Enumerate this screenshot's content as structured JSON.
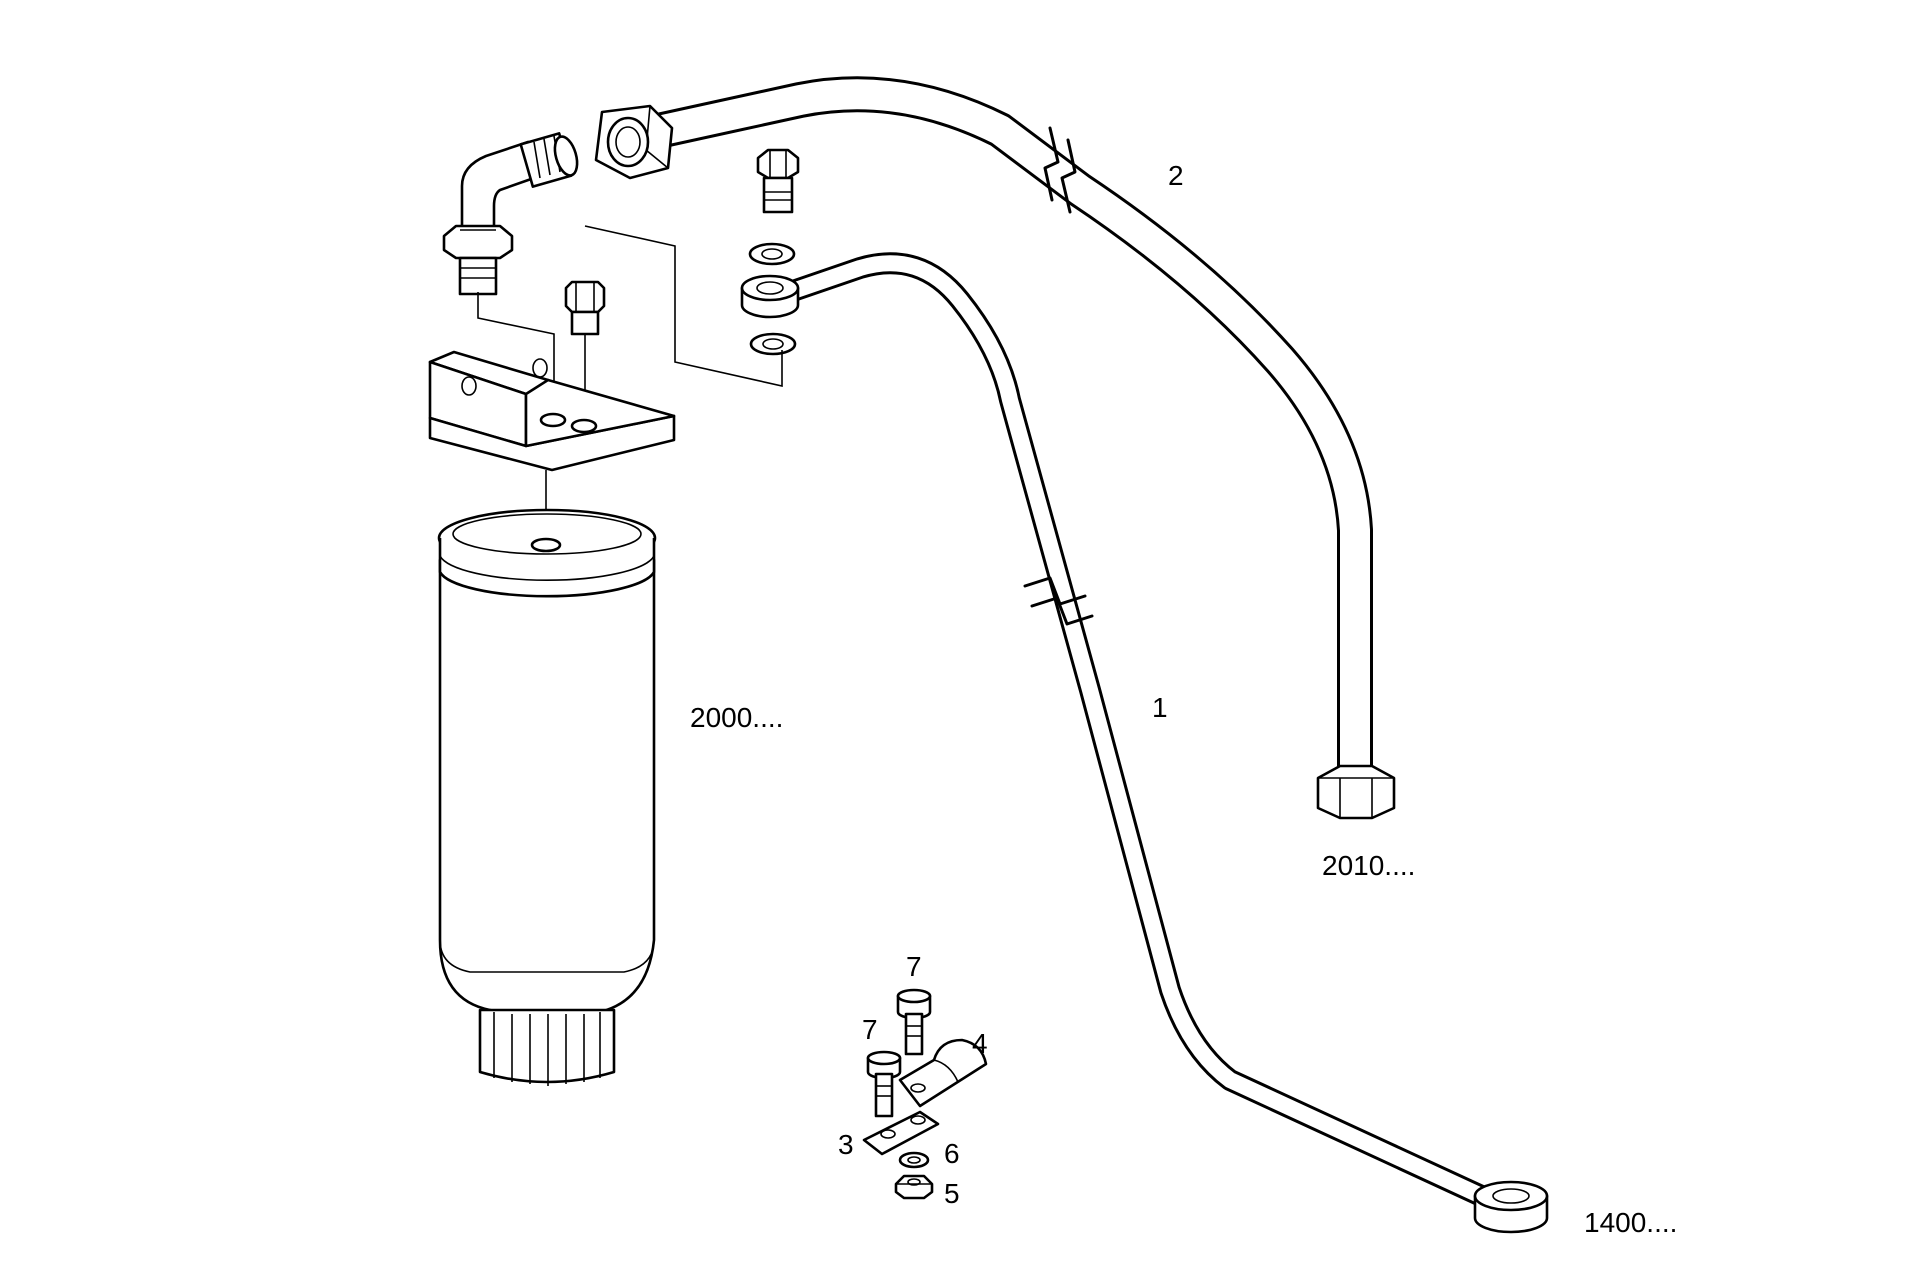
{
  "diagram": {
    "labels": {
      "pipe_2": "2",
      "pipe_1": "1",
      "filter": "2000....",
      "pipe_2_end": "2010....",
      "pipe_1_end": "1400....",
      "screw_upper": "7",
      "screw_lower": "7",
      "clamp": "4",
      "plate": "3",
      "washer": "6",
      "nut": "5"
    }
  }
}
